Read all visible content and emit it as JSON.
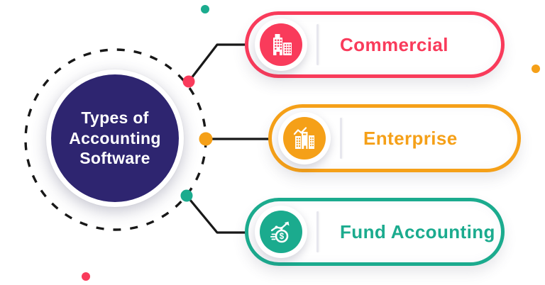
{
  "diagram": {
    "type": "mindmap-infographic",
    "line_color": "#181818",
    "background": "#FFFFFF",
    "center": {
      "title": "Types of Accounting Software",
      "title_lines": [
        "Types of",
        "Accounting",
        "Software"
      ],
      "bg_color": "#2E2570",
      "text_color": "#FFFFFF"
    },
    "branches": [
      {
        "label": "Commercial",
        "color": "#F93B5B",
        "icon": "office-building-icon"
      },
      {
        "label": "Enterprise",
        "color": "#F5A018",
        "icon": "enterprise-buildings-icon"
      },
      {
        "label": "Fund Accounting",
        "color": "#1BAB8E",
        "icon": "fund-growth-dollar-icon"
      }
    ],
    "decor_dots": [
      "#1BAB8E",
      "#F5A018",
      "#F93B5B"
    ]
  }
}
